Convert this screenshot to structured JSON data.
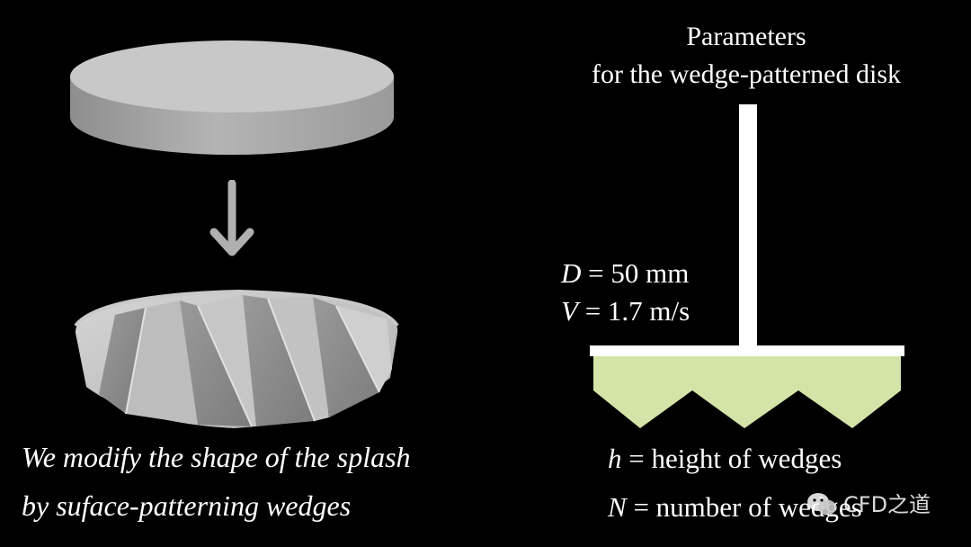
{
  "left": {
    "caption_line1": "We modify the shape of the splash",
    "caption_line2": "by suface-patterning wedges"
  },
  "right": {
    "title_line1": "Parameters",
    "title_line2": "for the wedge-patterned disk",
    "params": [
      {
        "symbol": "D",
        "text": " = 50 mm"
      },
      {
        "symbol": "V",
        "text": " = 1.7 m/s"
      }
    ],
    "definitions": [
      {
        "symbol": "h",
        "text": " = height of wedges"
      },
      {
        "symbol": "N",
        "text": " = number of wedges"
      }
    ]
  },
  "watermark": {
    "text": "CFD之道",
    "icon": "wechat-icon"
  },
  "colors": {
    "background": "#000000",
    "disk": "#c4c4c4",
    "disk_side": "#a3a3a3",
    "wedge_fill": "#d4e4a8",
    "stem": "#ffffff"
  }
}
